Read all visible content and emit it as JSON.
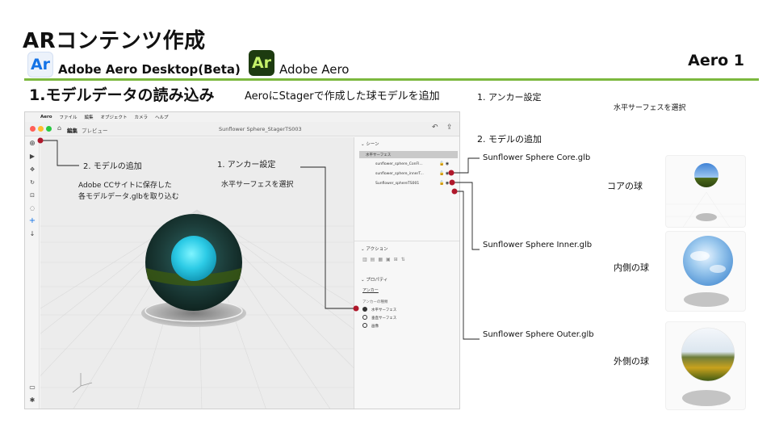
{
  "slide": {
    "title": "ARコンテンツ作成",
    "app_beta": {
      "icon_text": "Ar",
      "name": "Adobe Aero Desktop(Beta)"
    },
    "app_aero": {
      "icon_text": "Ar",
      "name": "Adobe Aero"
    },
    "badge": "Aero 1",
    "section_heading": "1.モデルデータの読み込み",
    "section_note": "AeroにStagerで作成した球モデルを追加",
    "accent_color": "#7cb83e"
  },
  "side_steps": {
    "step1": "1. アンカー設定",
    "step1_detail": "水平サーフェスを選択",
    "step2": "2. モデルの追加"
  },
  "window": {
    "menubar": [
      "Aero",
      "ファイル",
      "編集",
      "オブジェクト",
      "カメラ",
      "ヘルプ"
    ],
    "apple_icon": "apple-icon",
    "tabs": {
      "edit": "編集",
      "preview": "プレビュー"
    },
    "title": "Sunflower Sphere_StagerTS003",
    "traffic_lights": [
      "#ff5f57",
      "#febc2e",
      "#28c840"
    ],
    "scene_header": "シーン",
    "anchor_row": "水平サーフェス",
    "layers": [
      "sunflower_sphere_ConFl...",
      "sunflower_sphere_innerT...",
      "Sunflower_sphereTS001"
    ],
    "action_header": "アクション",
    "property_header": "プロパティ",
    "property_anchor_tab": "アンカー",
    "anchor_type_label": "アンカーの種類",
    "anchor_options": [
      {
        "label": "水平サーフェス",
        "selected": true
      },
      {
        "label": "垂直サーフェス",
        "selected": false
      },
      {
        "label": "画像",
        "selected": false
      }
    ]
  },
  "annotations": {
    "add_model": "2. モデルの追加",
    "anchor_setting": "1. アンカー設定",
    "cc_note_line1": "Adobe CCサイトに保存した",
    "cc_note_line2": "各モデルデータ.glbを取り込む",
    "horizontal_note": "水平サーフェスを選択",
    "marker_color": "#b0182b"
  },
  "models": [
    {
      "file": "Sunflower Sphere Core.glb",
      "label": "コアの球"
    },
    {
      "file": "Sunflower Sphere Inner.glb",
      "label": "内側の球"
    },
    {
      "file": "Sunflower Sphere Outer.glb",
      "label": "外側の球"
    }
  ]
}
